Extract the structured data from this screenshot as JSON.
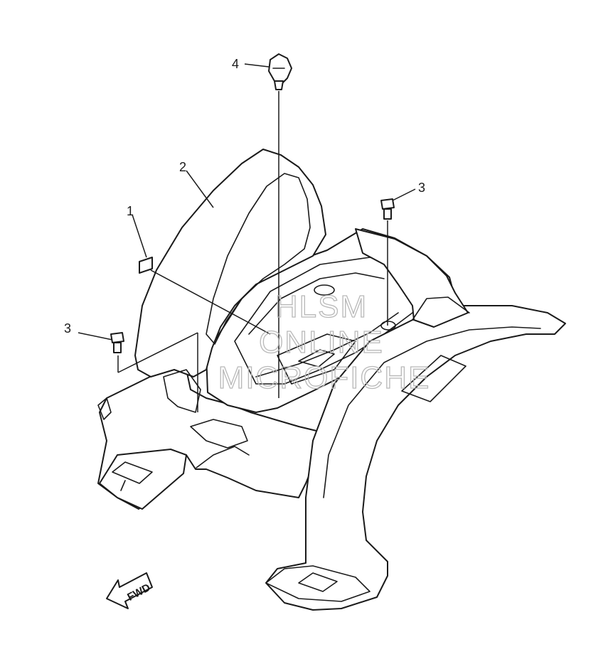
{
  "callouts": {
    "c1": "1",
    "c2": "2",
    "c3a": "3",
    "c3b": "3",
    "c4": "4"
  },
  "watermark": {
    "line1": "HLSM",
    "line2": "ONLINE",
    "line3": "MICROFICHE"
  },
  "fwd_label": "FWD"
}
